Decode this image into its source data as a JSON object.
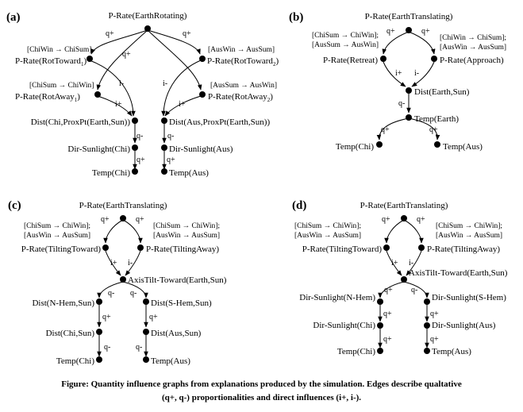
{
  "panels": {
    "a": {
      "label": "(a)",
      "root": "P-Rate(EarthRotating)",
      "toward1": "P-Rate(RotToward",
      "toward1_sub": "1",
      "toward1_end": ")",
      "away1": "P-Rate(RotAway",
      "away1_sub": "1",
      "away1_end": ")",
      "toward2": "P-Rate(RotToward",
      "toward2_sub": "2",
      "toward2_end": ")",
      "away2": "P-Rate(RotAway",
      "away2_sub": "2",
      "away2_end": ")",
      "dist_chi": "Dist(Chi,ProxPt(Earth,Sun))",
      "dist_aus": "Dist(Aus,ProxPt(Earth,Sun))",
      "dir_chi": "Dir-Sunlight(Chi)",
      "dir_aus": "Dir-Sunlight(Aus)",
      "temp_chi": "Temp(Chi)",
      "temp_aus": "Temp(Aus)",
      "br_tl": "[ChiWin → ChiSum]",
      "br_tr": "[AusWin → AusSum]",
      "br_ml": "[ChiSum → ChiWin]",
      "br_mr": "[AusSum → AusWin]",
      "e_root_tl": "q+",
      "e_root_tr": "q+",
      "e_root_mid": "q+",
      "e_i_left": "i-",
      "e_i_right": "i-",
      "e_i_plus_left": "i+",
      "e_i_plus_right": "i+",
      "e_dist_dir_chi": "q-",
      "e_dist_dir_aus": "q-",
      "e_dir_temp_chi": "q+",
      "e_dir_temp_aus": "q+"
    },
    "b": {
      "label": "(b)",
      "root": "P-Rate(EarthTranslating)",
      "retreat": "P-Rate(Retreat)",
      "approach": "P-Rate(Approach)",
      "dist": "Dist(Earth,Sun)",
      "temp_earth": "Temp(Earth)",
      "temp_chi": "Temp(Chi)",
      "temp_aus": "Temp(Aus)",
      "br_l1": "[ChiSum → ChiWin];",
      "br_l2": "[AusSum → AusWin]",
      "br_r1": "[ChiWin → ChiSum];",
      "br_r2": "[AusWin → AusSum]",
      "e_root_l": "q+",
      "e_root_r": "q+",
      "e_i_plus": "i+",
      "e_i_minus": "i-",
      "e_dist_temp": "q-",
      "e_temp_chi": "q+",
      "e_temp_aus": "q+"
    },
    "c": {
      "label": "(c)",
      "root": "P-Rate(EarthTranslating)",
      "toward": "P-Rate(TiltingToward)",
      "away": "P-Rate(TiltingAway)",
      "axis": "AxisTilt-Toward(Earth,Sun)",
      "n_hem": "Dist(N-Hem,Sun)",
      "s_hem": "Dist(S-Hem,Sun)",
      "dist_chi": "Dist(Chi,Sun)",
      "dist_aus": "Dist(Aus,Sun)",
      "temp_chi": "Temp(Chi)",
      "temp_aus": "Temp(Aus)",
      "br_l1": "[ChiSum → ChiWin];",
      "br_l2": "[AusWin → AusSum]",
      "br_r1": "[ChiSum → ChiWin];",
      "br_r2": "[AusWin → AusSum]",
      "e_root_l": "q+",
      "e_root_r": "q+",
      "e_i_plus": "i+",
      "e_i_minus": "i-",
      "e_axis_n": "q-",
      "e_axis_s": "q-",
      "e_n_chi": "q+",
      "e_s_aus": "q+",
      "e_chi_temp": "q-",
      "e_aus_temp": "q-"
    },
    "d": {
      "label": "(d)",
      "root": "P-Rate(EarthTranslating)",
      "toward": "P-Rate(TiltingToward)",
      "away": "P-Rate(TiltingAway)",
      "axis": "AxisTilt-Toward(Earth,Sun)",
      "n_hem": "Dir-Sunlight(N-Hem)",
      "s_hem": "Dir-Sunlight(S-Hem)",
      "dir_chi": "Dir-Sunlight(Chi)",
      "dir_aus": "Dir-Sunlight(Aus)",
      "temp_chi": "Temp(Chi)",
      "temp_aus": "Temp(Aus)",
      "br_l1": "[ChiSum → ChiWin];",
      "br_l2": "[AusWin → AusSum]",
      "br_r1": "[ChiSum → ChiWin];",
      "br_r2": "[AusWin → AusSum]",
      "e_root_l": "q+",
      "e_root_r": "q+",
      "e_i_plus": "i+",
      "e_i_minus": "i-",
      "e_axis_n": "q+",
      "e_axis_s": "q-",
      "e_n_chi": "q+",
      "e_s_aus": "q+",
      "e_chi_temp": "q+",
      "e_aus_temp": "q+"
    }
  },
  "caption": {
    "line1": "Figure: Quantity influence graphs from explanations produced by the simulation.  Edges describe qualtative",
    "line2": "(q+, q-) proportionalities and direct influences (i+, i-)."
  }
}
